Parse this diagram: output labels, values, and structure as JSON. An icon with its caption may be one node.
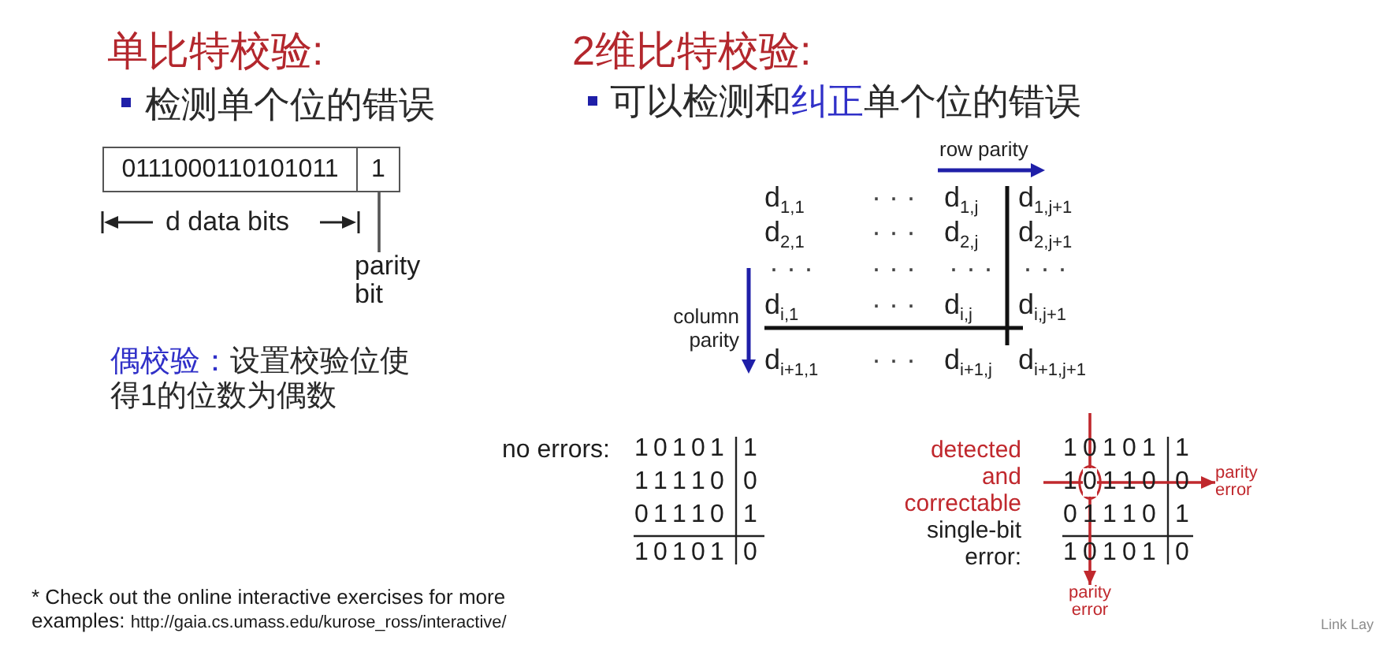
{
  "diagram": {
    "nodes": [
      {
        "text": [
          "0111000110101011"
        ]
      },
      {
        "text": [
          "1"
        ]
      },
      {
        "text": [
          "parity bit"
        ]
      },
      {
        "text": [
          "parity error"
        ]
      },
      {
        "text": [
          "parity error"
        ]
      }
    ],
    "edges": [
      {
        "from": 2,
        "to": 1,
        "arrow": "none",
        "color": "#555555"
      },
      {
        "from": null,
        "to": 3,
        "arrow": "to",
        "color": "#c0282d"
      },
      {
        "from": null,
        "to": 4,
        "arrow": "to",
        "color": "#c0282d"
      }
    ],
    "labels": [
      "单比特校验:",
      "2维比特校验:",
      "检测单个位的错误",
      "可以检测和纠正单个位的错误",
      "d data bits",
      "row parity",
      "d$_{1,1}$",
      "· · ·",
      "d$_{1,j}$",
      "d$_{1,j+1}$",
      "d$_{2,1}$",
      "· · ·",
      "d$_{2,j}$",
      "d$_{2,j+1}$",
      "· · ·",
      "· · ·",
      "· · ·",
      "· · ·",
      "d$_{i,1}$",
      "· · ·",
      "d$_{i,j}$",
      "d$_{i,j+1}$",
      "column parity",
      "d$_{i+1,1}$",
      "· · ·",
      "d$_{i+1,j}$",
      "d$_{i+1,j+1}$",
      "偶校验：设置校验位使得1的位数为偶数",
      "no errors:",
      "1",
      "0",
      "1",
      "0",
      "1",
      "1",
      "1",
      "1",
      "1",
      "1",
      "0",
      "0",
      "0",
      "1",
      "1",
      "1",
      "0",
      "1",
      "1",
      "0",
      "1",
      "0",
      "1",
      "0",
      "detected and correctable",
      "single-bit error:",
      "1",
      "0",
      "1",
      "0",
      "1",
      "1",
      "1",
      "0",
      "1",
      "1",
      "0",
      "0",
      "0",
      "1",
      "1",
      "1",
      "0",
      "1",
      "1",
      "0",
      "1",
      "0",
      "1",
      "0",
      "* Check out the online interactive exercises for more examples:",
      "http://gaia.cs.umass.edu/kurose_ross/interactive/",
      "Link Lay"
    ]
  }
}
